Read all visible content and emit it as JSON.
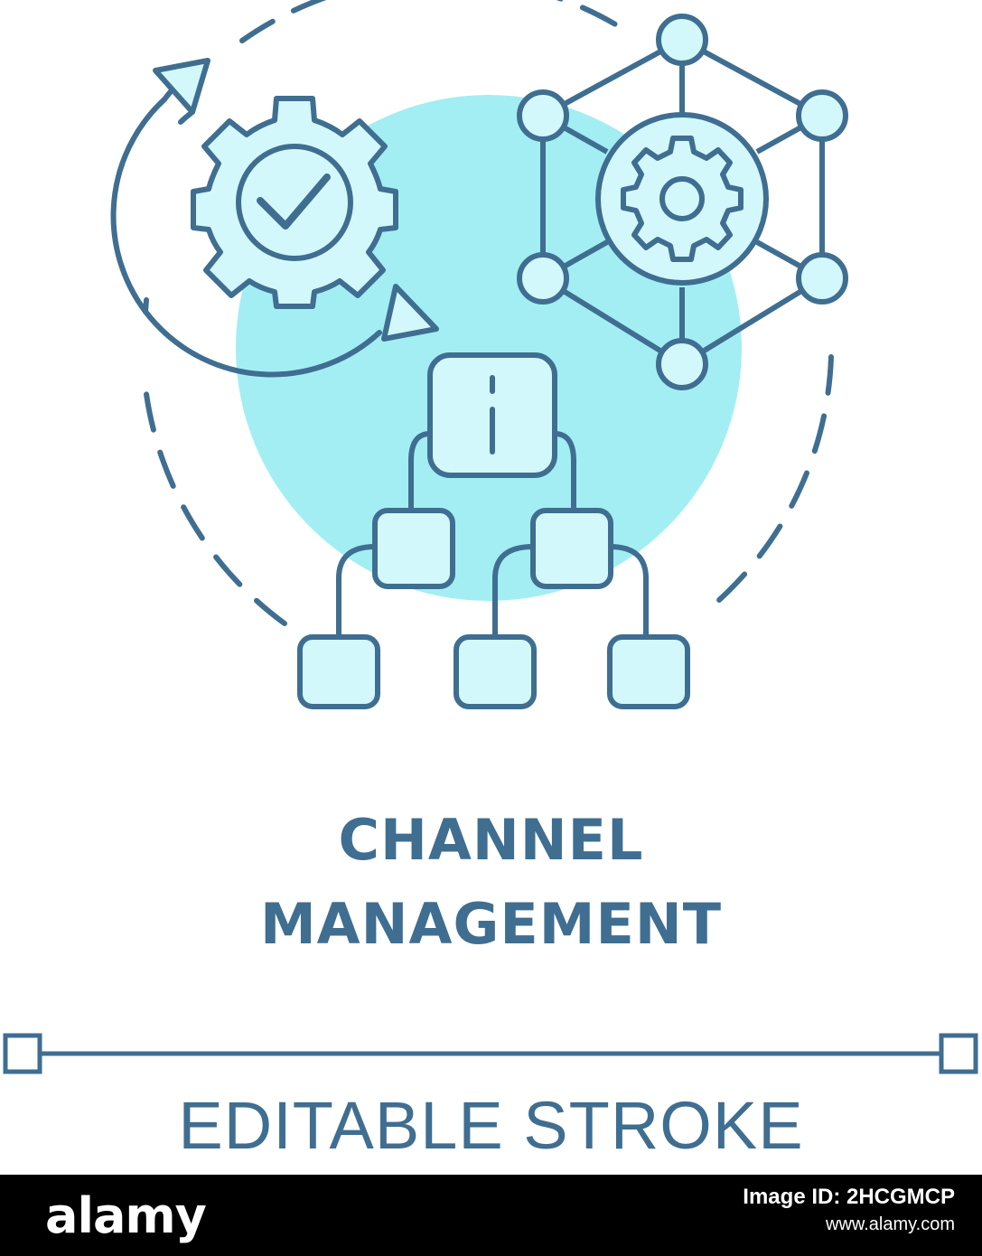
{
  "title": {
    "line1": "CHANNEL",
    "line2": "MANAGEMENT"
  },
  "stroke_label": "EDITABLE STROKE",
  "footer": {
    "logo": "alamy",
    "image_id": "Image ID: 2HCGMCP",
    "site": "www.alamy.com"
  },
  "colors": {
    "stroke": "#3f6e91",
    "fill_light": "#d3f8fb",
    "accent_circle": "#a3eef3",
    "background": "#ffffff",
    "footer": "#000000"
  },
  "icons": [
    "circular-arrow-icon",
    "gear-check-icon",
    "network-gear-icon",
    "hierarchy-info-icon",
    "editable-stroke-line-icon"
  ]
}
